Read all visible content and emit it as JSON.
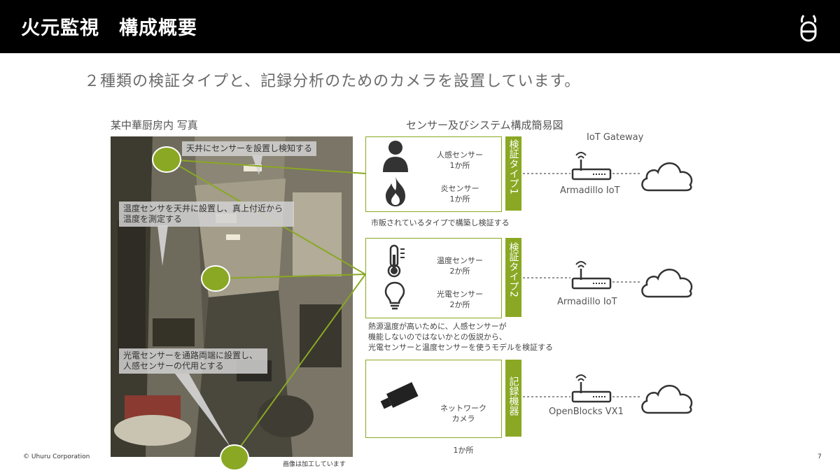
{
  "header": {
    "title": "火元監視　構成概要"
  },
  "subtitle": "２種類の検証タイプと、記録分析のためのカメラを設置しています。",
  "photo_section": {
    "label": "某中華厨房内 写真",
    "callouts": [
      "天井にセンサーを設置し検知する",
      "温度センサを天井に設置し、真上付近から\n温度を測定する",
      "光電センサーを通路両端に設置し、\n人感センサーの代用とする"
    ],
    "caption": "画像は加工しています"
  },
  "system_section": {
    "label": "センサー及びシステム構成簡易図",
    "gateway_label": "IoT Gateway",
    "groups": [
      {
        "bar_label": "検証タイプ1",
        "sensors": [
          {
            "icon": "person-icon",
            "name": "人感センサー",
            "count": "1か所"
          },
          {
            "icon": "flame-icon",
            "name": "炎センサー",
            "count": "1か所"
          }
        ],
        "device": "Armadillo IoT",
        "note": "市販されているタイプで構築し検証する"
      },
      {
        "bar_label": "検証タイプ2",
        "sensors": [
          {
            "icon": "thermometer-icon",
            "name": "温度センサー",
            "count": "2か所"
          },
          {
            "icon": "lightbulb-icon",
            "name": "光電センサー",
            "count": "2か所"
          }
        ],
        "device": "Armadillo IoT",
        "note": "熱源温度が高いために、人感センサーが\n機能しないのではないかとの仮説から、\n光電センサーと温度センサーを使うモデルを検証する"
      },
      {
        "bar_label": "記録機器",
        "sensors": [
          {
            "icon": "camera-icon",
            "name": "ネットワーク\nカメラ",
            "count": "1か所"
          }
        ],
        "device": "OpenBlocks VX1",
        "note": ""
      }
    ]
  },
  "footer": {
    "copyright": "© Uhuru Corporation",
    "page": "7"
  },
  "colors": {
    "accent": "#8aa823",
    "header_bg": "#000000"
  }
}
